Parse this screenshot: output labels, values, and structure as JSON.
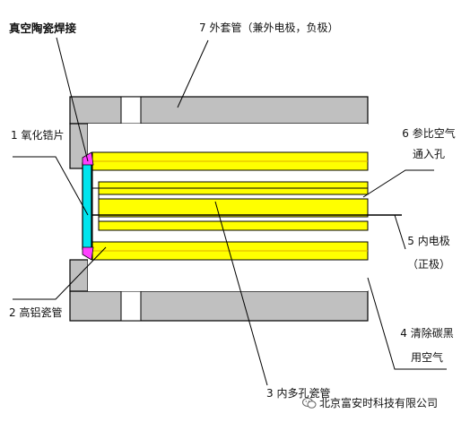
{
  "labels": {
    "vacuum_ceramic_weld": "真空陶瓷焊接",
    "outer_tube_line1": "7 外套管（兼外电极，负极）",
    "zirconia_disc_line1": "1 氧化锆片",
    "reference_air_inlet_line1": "6 参比空气",
    "reference_air_inlet_line2": "通入孔",
    "inner_electrode_line1": "5 内电极",
    "inner_electrode_line2": "（正极）",
    "high_alumina_tube": "2 高铝瓷管",
    "soot_removal_air_line1": "4 清除碳黑",
    "soot_removal_air_line2": "用空气",
    "inner_multi_bore_tube": "3 内多孔瓷管"
  },
  "watermark": {
    "text": "北京富安时科技有限公司"
  },
  "colors": {
    "outer_tube_fill": "#c0c0c0",
    "ceramic_tube_fill": "#ffff00",
    "ceramic_tube_inner": "#ffdd33",
    "zirconia_fill": "#00e5ee",
    "weld_fill": "#ff40ff",
    "line": "#000000"
  }
}
